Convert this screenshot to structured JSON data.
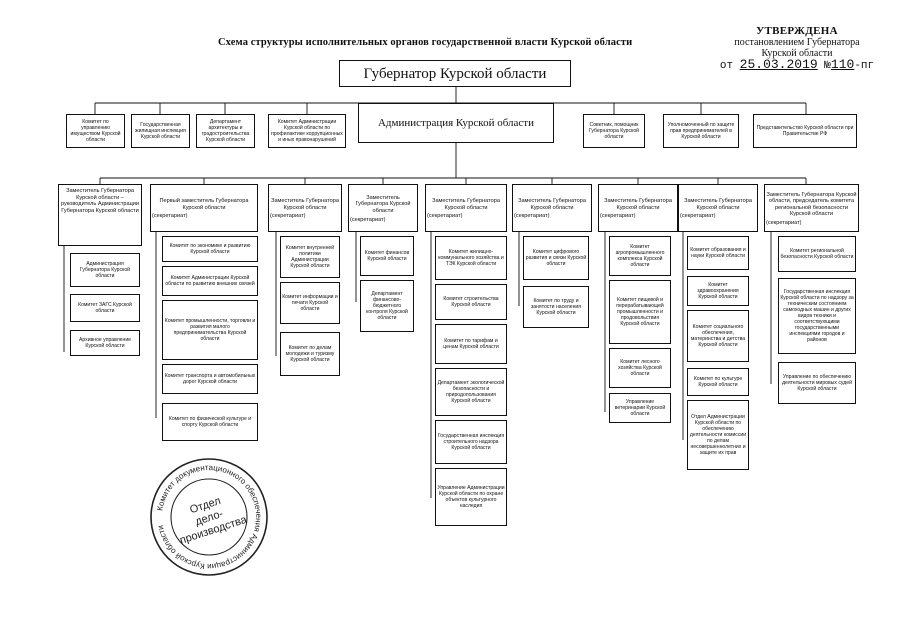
{
  "doc": {
    "title": "Схема структуры исполнительных органов государственной власти Курской области",
    "approval": {
      "heading": "УТВЕРЖДЕНА",
      "line1": "постановлением Губернатора",
      "line2": "Курской области",
      "prefix": "от",
      "date": "25.03.2019",
      "num_sign": "№",
      "number": "110",
      "suffix": "-пг"
    }
  },
  "governor": "Губернатор Курской области",
  "administration": "Администрация Курской области",
  "top_left": [
    "Комитет по управлению имуществом Курской области",
    "Государственная жилищная инспекция Курской области",
    "Департамент архитектуры и градостроительства Курской области",
    "Комитет Администрации Курской области по профилактике коррупционных и иных правонарушений"
  ],
  "top_right": [
    "Советник, помощник Губернатора Курской области",
    "Уполномоченный по защите прав предпринимателей в Курской области",
    "Представительство Курской области при Правительстве РФ"
  ],
  "deputies": [
    {
      "title": "Заместитель Губернатора Курской области – руководитель Администрации Губернатора Курской области",
      "sec": "",
      "units": [
        "Администрация Губернатора Курской области",
        "Комитет ЗАГС Курской области",
        "Архивное управление Курской области"
      ]
    },
    {
      "title": "Первый заместитель Губернатора Курской области",
      "sec": "(секретариат)",
      "units": [
        "Комитет по экономике и развитию Курской области",
        "Комитет Администрации Курской области по развитию внешних связей",
        "Комитет промышленности, торговли и развития малого предпринимательства Курской области",
        "Комитет транспорта и автомобильных дорог Курской области",
        "Комитет по физической культуре и спорту Курской области"
      ]
    },
    {
      "title": "Заместитель Губернатора Курской области",
      "sec": "(секретариат)",
      "units": [
        "Комитет внутренней политики Администрации Курской области",
        "Комитет информации и печати Курской области",
        "Комитет по делам молодежи и туризму Курской области"
      ]
    },
    {
      "title": "Заместитель Губернатора Курской области",
      "sec": "(секретариат)",
      "units": [
        "Комитет финансов Курской области",
        "Департамент финансово-бюджетного контроля Курской области"
      ]
    },
    {
      "title": "Заместитель Губернатора Курской области",
      "sec": "(секретариат)",
      "units": [
        "Комитет жилищно-коммунального хозяйства и ТЭК Курской области",
        "Комитет строительства Курской области",
        "Комитет по тарифам и ценам Курской области",
        "Департамент экологической безопасности и природопользования Курской области",
        "Государственная инспекция строительного надзора Курской области",
        "Управление Администрации Курской области по охране объектов культурного наследия"
      ]
    },
    {
      "title": "Заместитель Губернатора Курской области",
      "sec": "(секретариат)",
      "units": [
        "Комитет цифрового развития и связи Курской области",
        "Комитет по труду и занятости населения Курской области"
      ]
    },
    {
      "title": "Заместитель Губернатора Курской области",
      "sec": "(секретариат)",
      "units": [
        "Комитет агропромышленного комплекса Курской области",
        "Комитет пищевой и перерабатывающей промышленности и продовольствия Курской области",
        "Комитет лесного хозяйства Курской области",
        "Управление ветеринарии Курской области"
      ]
    },
    {
      "title": "Заместитель Губернатора Курской области",
      "sec": "(секретариат)",
      "units": [
        "Комитет образования и науки Курской области",
        "Комитет здравоохранения Курской области",
        "Комитет социального обеспечения, материнства и детства Курской области",
        "Комитет по культуре Курской области",
        "Отдел Администрации Курской области по обеспечению деятельности комиссии по делам несовершеннолетних и защите их прав"
      ]
    },
    {
      "title": "Заместитель Губернатора Курской области, председатель комитета региональной безопасности Курской области",
      "sec": "(секретариат)",
      "units": [
        "Комитет региональной безопасности Курской области",
        "Государственная инспекция Курской области по надзору за техническим состоянием самоходных машин и других видов техники и соответствующими государственными инспекциями городов и районов",
        "Управление по обеспечению деятельности мировых судей Курской области"
      ]
    }
  ],
  "stamp": {
    "ring": "Комитет документационного обеспечения Администрации Курской области",
    "center_1": "Отдел",
    "center_2": "дело-",
    "center_3": "производства"
  }
}
